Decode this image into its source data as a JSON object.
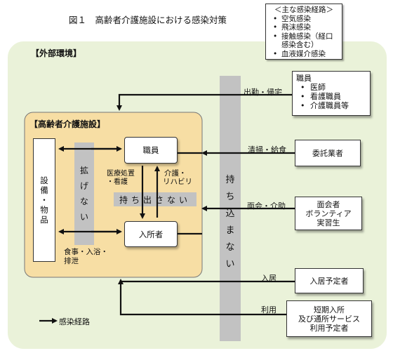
{
  "figure_title": "図１　高齢者介護施設における感染対策",
  "legend": {
    "title": "＜主な感染経路＞",
    "items": [
      "空気感染",
      "飛沫感染",
      "接触感染（経口感染含む）",
      "血液媒介感染"
    ]
  },
  "regions": {
    "external": "【外部環境】",
    "facility": "【高齢者介護施設】"
  },
  "central_bar": {
    "label": "持ち込まない",
    "chars": [
      "持",
      "ち",
      "込",
      "ま",
      "な",
      "い"
    ]
  },
  "spread_bar": {
    "label": "拡げない",
    "chars": [
      "拡",
      "げ",
      "な",
      "い"
    ]
  },
  "carry_out_bar": {
    "label": "持ち出さない"
  },
  "equipment": {
    "chars": [
      "設",
      "備",
      "・",
      "物",
      "品"
    ]
  },
  "inner_nodes": {
    "staff": "職員",
    "resident": "入所者"
  },
  "inner_labels": {
    "medical_care_1": "医療処置",
    "medical_care_2": "・看護",
    "nursing_rehab_1": "介護・",
    "nursing_rehab_2": "リハビリ",
    "meals_1": "食事・入浴・",
    "meals_2": "排泄"
  },
  "external_staff": {
    "title": "職員",
    "items": [
      "医師",
      "看護職員",
      "介護職員等"
    ]
  },
  "external_nodes": [
    {
      "route": "出勤・帰宅",
      "lines": [
        "職員"
      ]
    },
    {
      "route": "清掃・給食",
      "lines": [
        "委託業者"
      ]
    },
    {
      "route": "面会・介助",
      "lines": [
        "面会者",
        "ボランティア",
        "実習生"
      ]
    },
    {
      "route": "入居",
      "lines": [
        "入居予定者"
      ]
    },
    {
      "route": "利用",
      "lines": [
        "短期入所",
        "及び通所サービス",
        "利用予定者"
      ]
    }
  ],
  "infection_route_legend": "感染経路",
  "colors": {
    "external_bg": "#eaf2d9",
    "facility_bg": "#f7dea4",
    "bar_grey": "#c2c2c2",
    "line": "#111111"
  }
}
